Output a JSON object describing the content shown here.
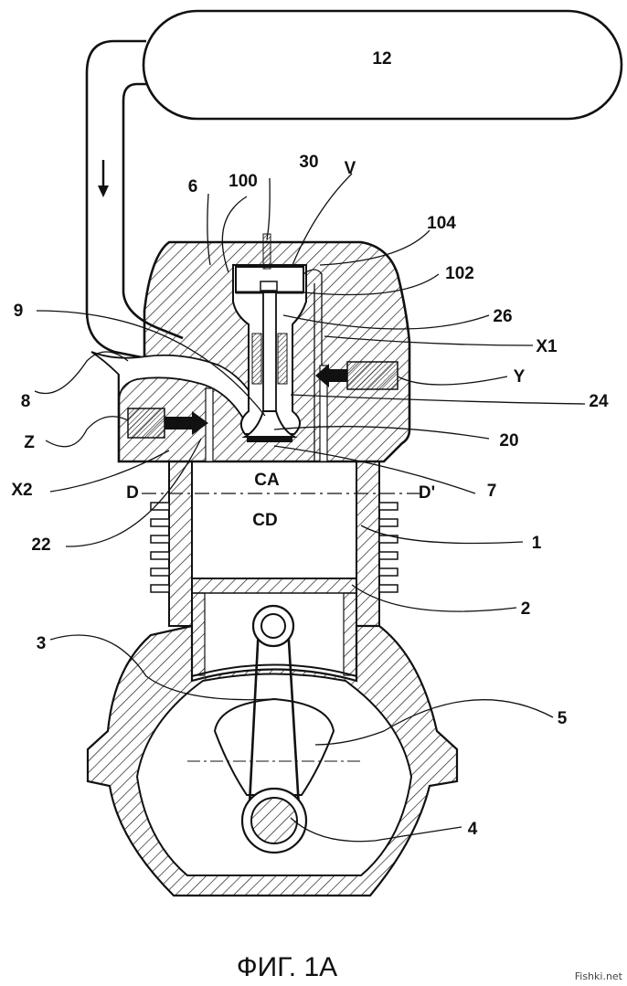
{
  "figure": {
    "caption": "ФИГ. 1А",
    "watermark": "Fishki.net"
  },
  "labels": {
    "tank": "12",
    "l30": "30",
    "lV": "V",
    "l6": "6",
    "l100": "100",
    "l104": "104",
    "l102": "102",
    "l26": "26",
    "l9": "9",
    "lX1": "X1",
    "lY": "Y",
    "l8": "8",
    "l24": "24",
    "l20": "20",
    "lZ": "Z",
    "lX2": "X2",
    "lCA": "CA",
    "l7": "7",
    "lD": "D",
    "lDp": "D'",
    "lCD": "CD",
    "l22": "22",
    "l1": "1",
    "l2": "2",
    "l3": "3",
    "l5": "5",
    "l4": "4"
  },
  "arrows": {
    "flow": "down-arrow-icon",
    "port_right": "right-arrow-icon",
    "port_left": "left-arrow-icon"
  },
  "colors": {
    "ink": "#111111",
    "paper": "#ffffff"
  }
}
